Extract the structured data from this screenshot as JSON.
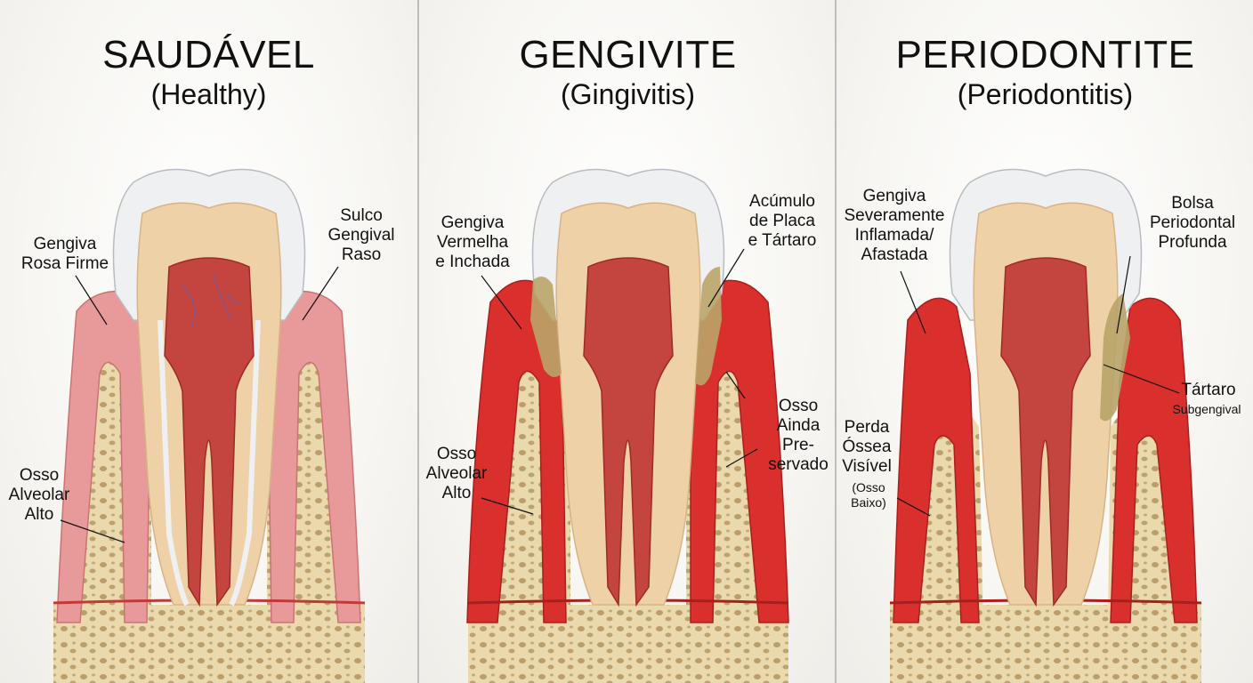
{
  "panels": [
    {
      "title": "SAUDÁVEL",
      "subtitle": "(Healthy)",
      "labels": {
        "gum": "Gengiva\nRosa Firme",
        "sulcus": "Sulco\nGengival\nRaso",
        "bone": "Osso\nAlveolar\nAlto"
      }
    },
    {
      "title": "GENGIVITE",
      "subtitle": "(Gingivitis)",
      "labels": {
        "gum": "Gengiva\nVermelha\ne Inchada",
        "plaque": "Acúmulo\nde Placa\ne Tártaro",
        "bone_preserved": "Osso\nAinda\nPre-\nservado",
        "bone": "Osso\nAlveolar\nAlto"
      }
    },
    {
      "title": "PERIODONTITE",
      "subtitle": "(Periodontitis)",
      "labels": {
        "gum": "Gengiva\nSeveramente\nInflamada/\nAfastada",
        "pocket": "Bolsa\nPeriodontal\nProfunda",
        "tartar": "Tártaro",
        "tartar_sub": "Subgengival",
        "bone_loss": "Perda\nÓssea\nVisível",
        "bone_loss_note": "(Osso\nBaixo)"
      }
    }
  ],
  "colors": {
    "healthy_gum": "#e89a9a",
    "inflamed_gum": "#d9302e",
    "enamel": "#eef0f2",
    "dentin": "#efd1a7",
    "pulp": "#c4443f",
    "bone": "#e8d7ab",
    "tartar": "#b9a469"
  }
}
